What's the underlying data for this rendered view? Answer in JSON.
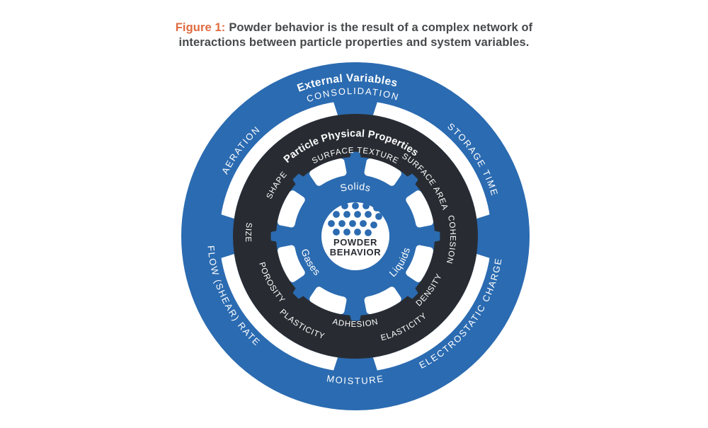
{
  "caption": {
    "prefix": "Figure 1:",
    "line1": "Powder behavior is the result of a complex network of",
    "line2": "interactions between particle properties and system variables."
  },
  "diagram": {
    "outer_ring": {
      "title": "External Variables",
      "items": [
        "CONSOLIDATION",
        "STORAGE TIME",
        "ELECTROSTATIC CHARGE",
        "MOISTURE",
        "FLOW (SHEAR) RATE",
        "AERATION"
      ]
    },
    "properties_ring": {
      "title": "Particle Physical Properties",
      "items": [
        "SURFACE TEXTURE",
        "SURFACE AREA",
        "COHESION",
        "DENSITY",
        "ELASTICITY",
        "ADHESION",
        "PLASTICITY",
        "POROSITY",
        "SIZE",
        "SHAPE"
      ]
    },
    "phase_ring": {
      "items": [
        "Solids",
        "Liquids",
        "Gases"
      ]
    },
    "center": {
      "line1": "POWDER",
      "line2": "BEHAVIOR",
      "icon": "powder-dots"
    }
  },
  "colors": {
    "blue": "#2B6BB1",
    "dark": "#282C32",
    "orange": "#DF6A3F",
    "caption_text": "#47494B",
    "white": "#FFFFFF"
  }
}
